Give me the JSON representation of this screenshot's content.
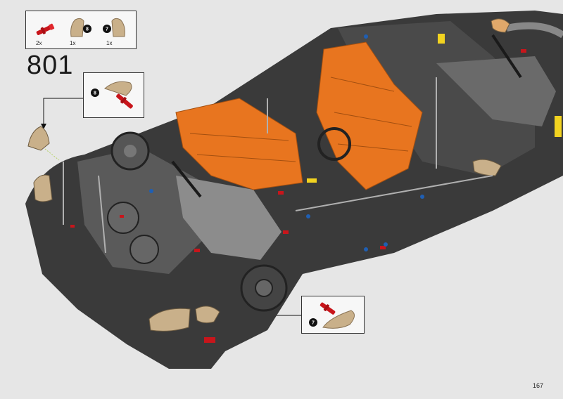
{
  "parts_list": {
    "items": [
      {
        "icon": "red-axle-pin-icon",
        "quantity": "2x",
        "badge": ""
      },
      {
        "icon": "tan-panel-icon",
        "quantity": "1x",
        "badge": "8"
      },
      {
        "icon": "tan-panel-icon",
        "quantity": "1x",
        "badge": "7"
      }
    ]
  },
  "step": {
    "number": "801"
  },
  "callouts": {
    "top": {
      "badge": "8"
    },
    "bottom": {
      "badge": "7"
    }
  },
  "page": {
    "number": "167"
  },
  "colors": {
    "background": "#e6e6e6",
    "frame_dark": "#3a3a3a",
    "seat_orange": "#e8751f",
    "part_tan": "#c9b08a",
    "pin_red": "#c8151b",
    "frame_grey": "#8c8c8c"
  }
}
